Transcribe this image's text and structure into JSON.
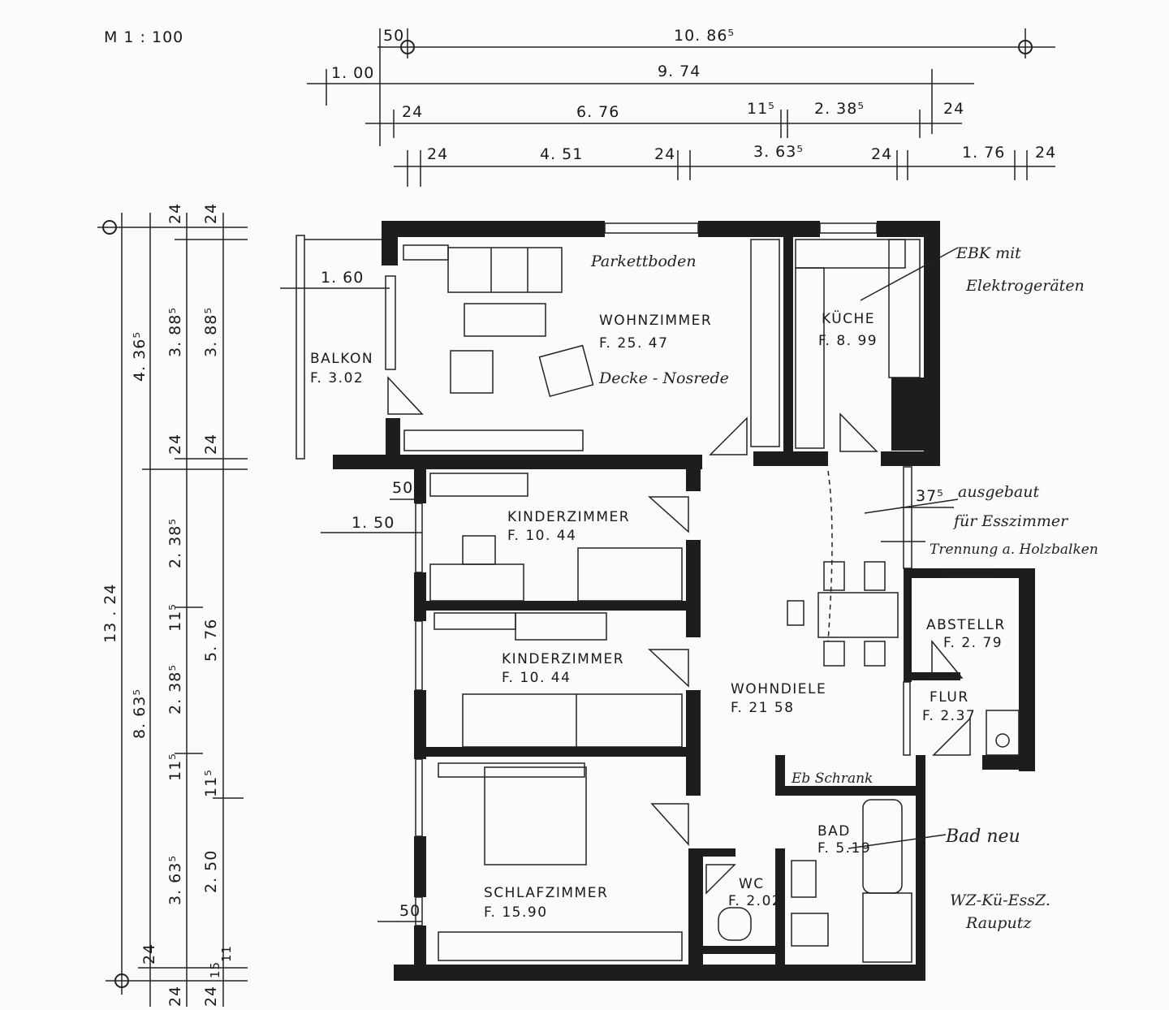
{
  "scale": "M   1 : 100",
  "dimensions": {
    "top": {
      "row1": [
        "50",
        "10. 86⁵"
      ],
      "row2": [
        "1. 00",
        "9. 74"
      ],
      "row3": [
        "24",
        "6. 76",
        "11⁵",
        "2. 38⁵",
        "24"
      ],
      "row4": [
        "24",
        "4. 51",
        "24",
        "3. 63⁵",
        "24",
        "1. 76",
        "24"
      ]
    },
    "left": {
      "total": "13 . 24",
      "col1": [
        "4. 36⁵",
        "8. 63⁵",
        "24"
      ],
      "col2": [
        "24",
        "3. 88⁵",
        "24",
        "2. 38⁵",
        "11⁵",
        "2. 38⁵",
        "11⁵",
        "3. 63⁵",
        "24"
      ],
      "col3": [
        "24",
        "3. 88⁵",
        "24",
        "5. 76",
        "11⁵",
        "2. 50",
        "11",
        "15",
        "24"
      ]
    },
    "other": {
      "balkon_depth": "1. 60",
      "kinder_offset": "50",
      "kinder_depth": "1. 50",
      "diele_wall": "37⁵",
      "schlaf_offset": "50"
    }
  },
  "rooms": [
    {
      "name": "BALKON",
      "area": "F.  3.02"
    },
    {
      "name": "WOHNZIMMER",
      "area": "F.    25. 47"
    },
    {
      "name": "KÜCHE",
      "area": "F. 8. 99"
    },
    {
      "name": "KINDERZIMMER",
      "area": "F.  10. 44"
    },
    {
      "name": "KINDERZIMMER",
      "area": "F.  10. 44"
    },
    {
      "name": "WOHNDIELE",
      "area": "F.  21 58"
    },
    {
      "name": "ABSTELLR",
      "area": "F. 2. 79"
    },
    {
      "name": "FLUR",
      "area": "F. 2.37"
    },
    {
      "name": "BAD",
      "area": "F. 5.19"
    },
    {
      "name": "WC",
      "area": "F. 2.02"
    },
    {
      "name": "SCHLAFZIMMER",
      "area": "F.  15.90"
    }
  ],
  "notes": {
    "floor": "Parkettboden",
    "ceiling": "Decke - Nosrede",
    "kitchen_1": "EBK mit",
    "kitchen_2": "Elektrogeräten",
    "dining_1": "ausgebaut",
    "dining_2": "für Esszimmer",
    "dining_3": "Trennung a. Holzbalken",
    "closet": "Eb Schrank",
    "bath": "Bad neu",
    "plaster_1": "WZ-Kü-EssZ.",
    "plaster_2": "Rauputz"
  }
}
